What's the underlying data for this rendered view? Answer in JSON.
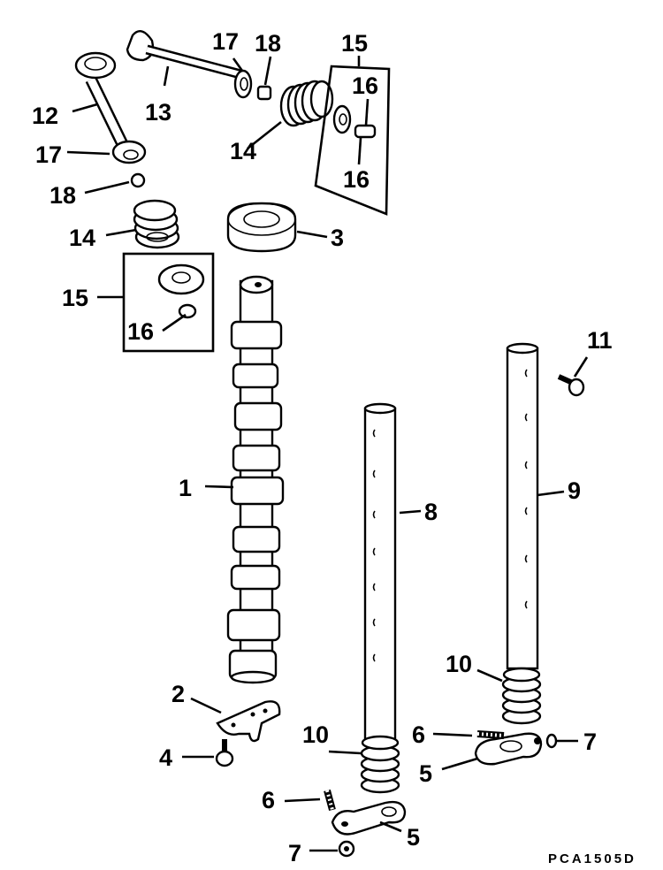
{
  "diagram": {
    "figure_code": "PCA1505D",
    "callouts": {
      "c1": "1",
      "c2": "2",
      "c3": "3",
      "c4": "4",
      "c5a": "5",
      "c5b": "5",
      "c6a": "6",
      "c6b": "6",
      "c7a": "7",
      "c7b": "7",
      "c8": "8",
      "c9": "9",
      "c10a": "10",
      "c10b": "10",
      "c11": "11",
      "c12": "12",
      "c13": "13",
      "c14a": "14",
      "c14b": "14",
      "c15a": "15",
      "c15b": "15",
      "c16a": "16",
      "c16b": "16",
      "c16c": "16",
      "c17a": "17",
      "c17b": "17",
      "c18a": "18",
      "c18b": "18"
    }
  }
}
